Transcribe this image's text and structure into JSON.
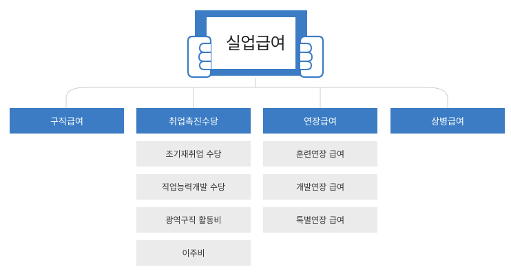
{
  "title": "실업급여",
  "categories": [
    {
      "label": "구직급여",
      "items": []
    },
    {
      "label": "취업촉진수당",
      "items": [
        "조기재취업 수당",
        "직업능력개발 수당",
        "광역구직 활동비",
        "이주비"
      ]
    },
    {
      "label": "연장급여",
      "items": [
        "훈련연장 급여",
        "개발연장 급여",
        "특별연장 급여"
      ]
    },
    {
      "label": "상병급여",
      "items": []
    }
  ],
  "colors": {
    "primary": "#3b7cc4",
    "subitem_bg": "#ebebeb",
    "connector": "#cccccc"
  },
  "icons": {
    "title_graphic": "hands-holding-sign-icon"
  }
}
